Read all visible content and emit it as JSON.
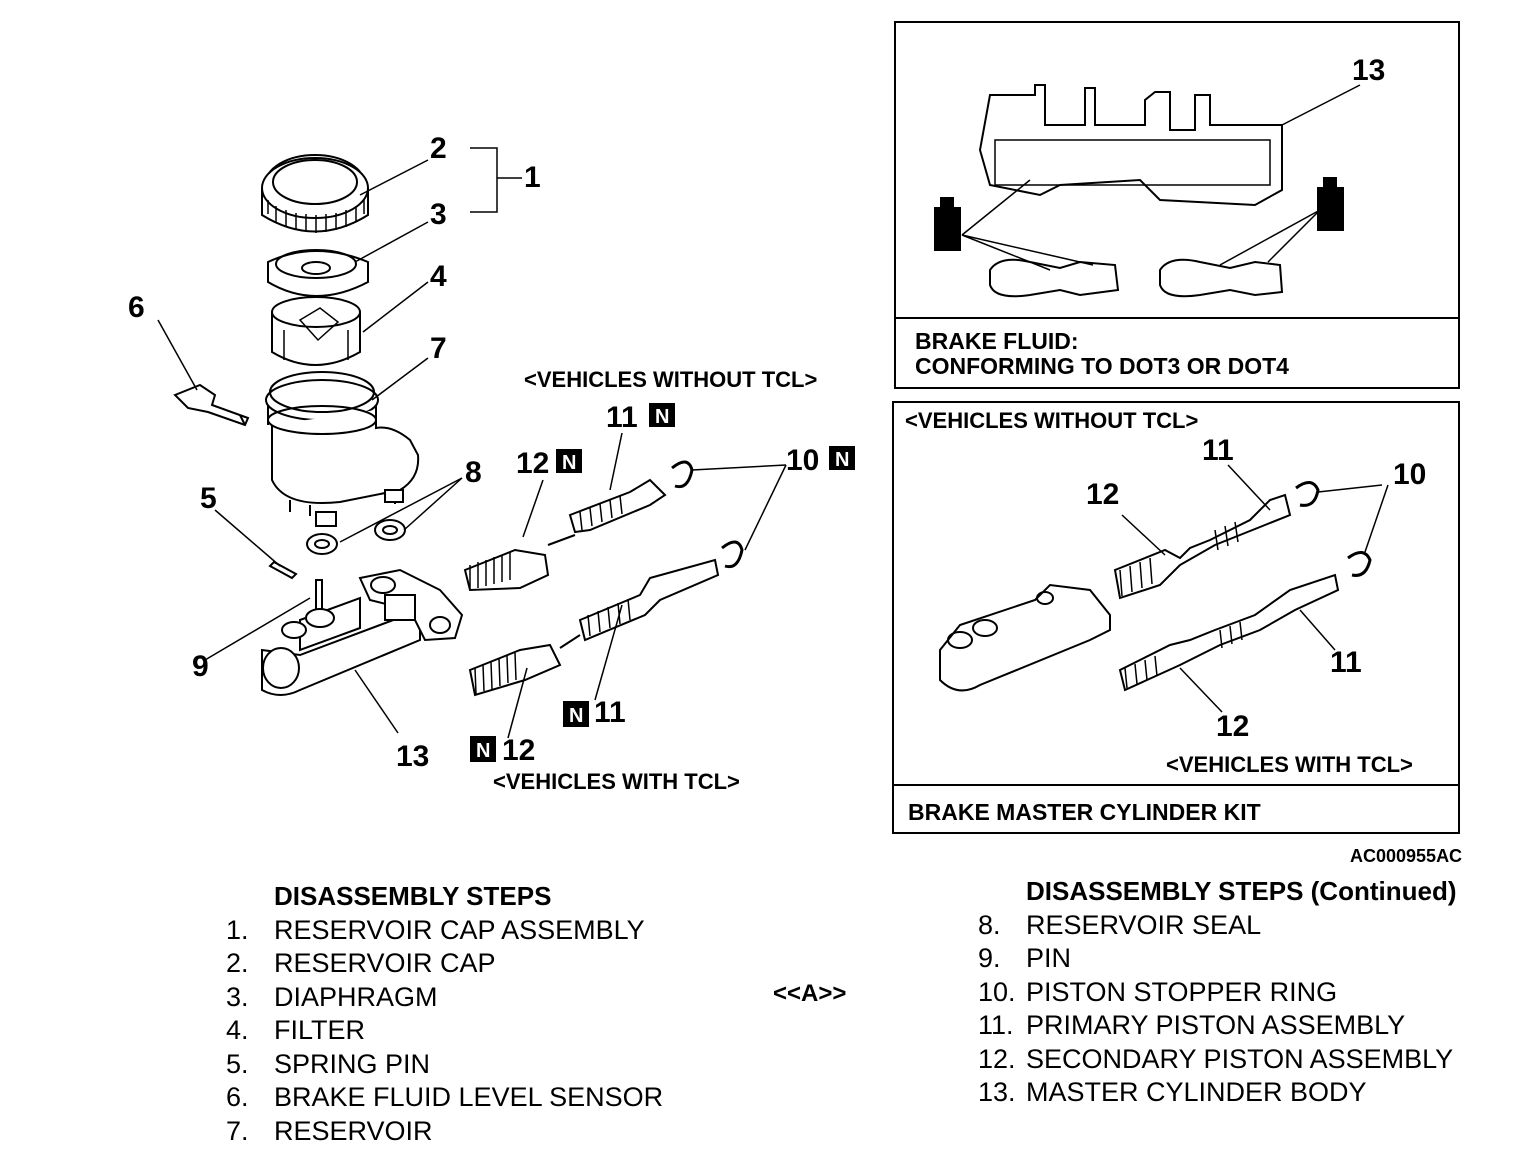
{
  "callouts": {
    "c1": "1",
    "c2": "2",
    "c3": "3",
    "c4": "4",
    "c5": "5",
    "c6": "6",
    "c7": "7",
    "c8": "8",
    "c9": "9",
    "c13": "13",
    "top_11": "11",
    "top_12": "12",
    "top_10": "10",
    "bot_11": "11",
    "bot_12": "12"
  },
  "new_part_badge": "N",
  "variant_labels": {
    "without_tcl": "<VEHICLES WITHOUT TCL>",
    "with_tcl": "<VEHICLES WITH TCL>"
  },
  "brake_fluid_box": {
    "callout_13": "13",
    "line1": "BRAKE FLUID:",
    "line2": "CONFORMING TO DOT3 OR DOT4"
  },
  "kit_box": {
    "without_tcl": "<VEHICLES WITHOUT TCL>",
    "c11a": "11",
    "c12a": "12",
    "c10": "10",
    "c11b": "11",
    "c12b": "12",
    "with_tcl": "<VEHICLES WITH TCL>",
    "caption": "BRAKE MASTER CYLINDER KIT"
  },
  "figure_id": "AC000955AC",
  "steps_left": {
    "heading": "DISASSEMBLY STEPS",
    "items": [
      {
        "num": "1.",
        "label": "RESERVOIR CAP ASSEMBLY"
      },
      {
        "num": "2.",
        "label": "RESERVOIR CAP"
      },
      {
        "num": "3.",
        "label": "DIAPHRAGM"
      },
      {
        "num": "4.",
        "label": "FILTER"
      },
      {
        "num": "5.",
        "label": "SPRING PIN"
      },
      {
        "num": "6.",
        "label": "BRAKE FLUID LEVEL SENSOR"
      },
      {
        "num": "7.",
        "label": "RESERVOIR"
      }
    ]
  },
  "ref_mark": "<<A>>",
  "steps_right": {
    "heading": "DISASSEMBLY STEPS (Continued)",
    "items": [
      {
        "num": "8.",
        "label": "RESERVOIR SEAL"
      },
      {
        "num": "9.",
        "label": "PIN"
      },
      {
        "num": "10.",
        "label": "PISTON STOPPER RING"
      },
      {
        "num": "11.",
        "label": "PRIMARY PISTON ASSEMBLY"
      },
      {
        "num": "12.",
        "label": "SECONDARY PISTON ASSEMBLY"
      },
      {
        "num": "13.",
        "label": "MASTER CYLINDER BODY"
      }
    ]
  }
}
